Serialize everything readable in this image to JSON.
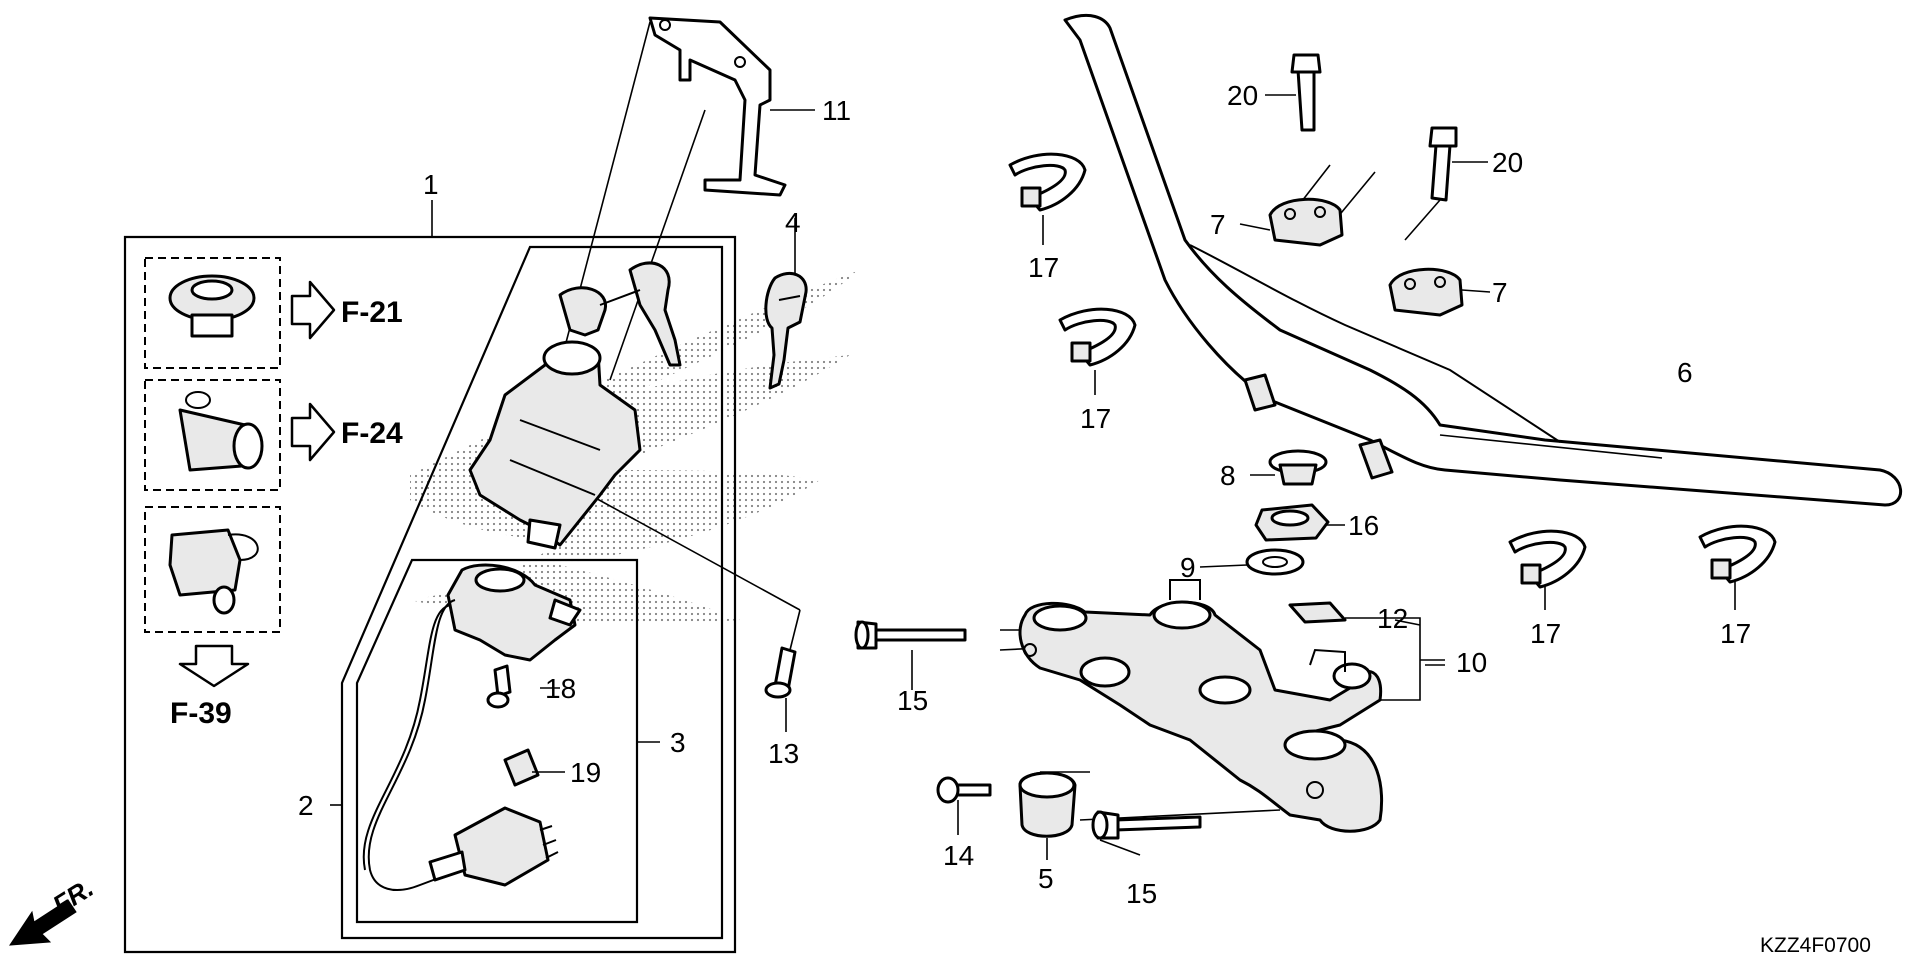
{
  "diagram": {
    "drawing_code": "KZZ4F0700",
    "direction_label": "FR.",
    "references": [
      {
        "id": "f21",
        "label": "F-21"
      },
      {
        "id": "f24",
        "label": "F-24"
      },
      {
        "id": "f39",
        "label": "F-39"
      }
    ],
    "callouts": {
      "c1": "1",
      "c2": "2",
      "c3": "3",
      "c4": "4",
      "c5": "5",
      "c6": "6",
      "c7a": "7",
      "c7b": "7",
      "c8": "8",
      "c9": "9",
      "c10": "10",
      "c11": "11",
      "c12": "12",
      "c13": "13",
      "c14": "14",
      "c15a": "15",
      "c15b": "15",
      "c16": "16",
      "c17a": "17",
      "c17b": "17",
      "c17c": "17",
      "c17d": "17",
      "c18": "18",
      "c19": "19",
      "c20a": "20",
      "c20b": "20"
    },
    "icons": [
      "ignition-switch-icon",
      "key-icon",
      "handlebar-icon",
      "steering-stem-icon",
      "band-clip-icon",
      "bolt-icon",
      "holder-icon"
    ]
  }
}
